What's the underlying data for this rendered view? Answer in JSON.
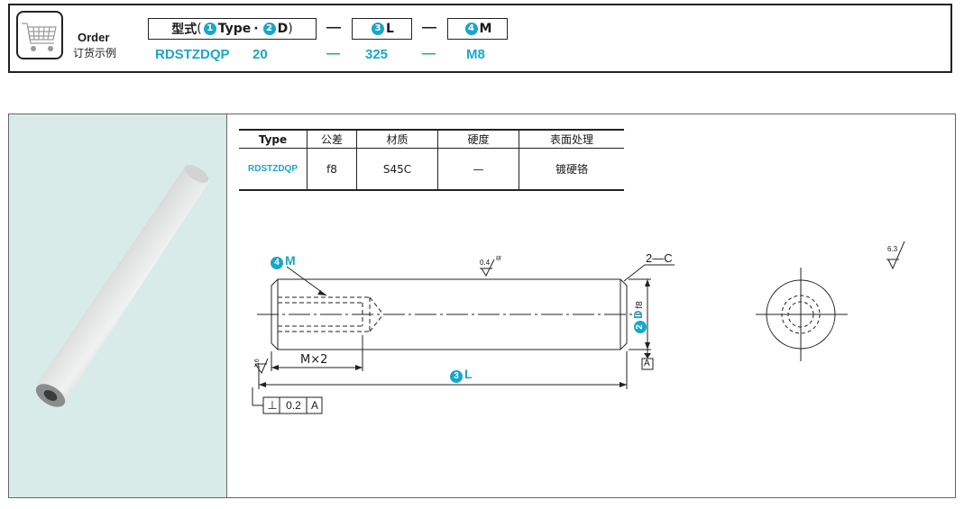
{
  "order": {
    "title": "Order",
    "subtitle": "订货示例",
    "header_type": "型式",
    "header_num1": "1",
    "header_type_label": "Type",
    "header_dot": "·",
    "header_num2": "2",
    "header_d_label": "D",
    "header_l_num": "3",
    "header_l_label": "L",
    "header_m_num": "4",
    "header_m_label": "M",
    "dash": "—",
    "value_type": "RDSTZDQP",
    "value_d": "20",
    "value_l": "325",
    "value_m": "M8"
  },
  "spec_table": {
    "headers": [
      "Type",
      "公差",
      "材质",
      "硬度",
      "表面处理"
    ],
    "row": [
      "RDSTZDQP",
      "f8",
      "S45C",
      "—",
      "镀硬铬"
    ]
  },
  "drawing": {
    "m_num": "4",
    "m_label": "M",
    "roughness_main": "0.4",
    "roughness_main_note": "研",
    "chamfer": "2—C",
    "d_num": "2",
    "d_label": "D",
    "d_tol": "f8",
    "datum_a": "A",
    "m_x2": "M×2",
    "l_num": "3",
    "l_label": "L",
    "roughness_face": "1.6",
    "perp_symbol": "⊥",
    "perp_value": "0.2",
    "perp_datum": "A",
    "roughness_general": "6.3"
  },
  "colors": {
    "accent": "#1aa6c9",
    "photo_bg": "#d8ebe9",
    "line": "#222222"
  }
}
